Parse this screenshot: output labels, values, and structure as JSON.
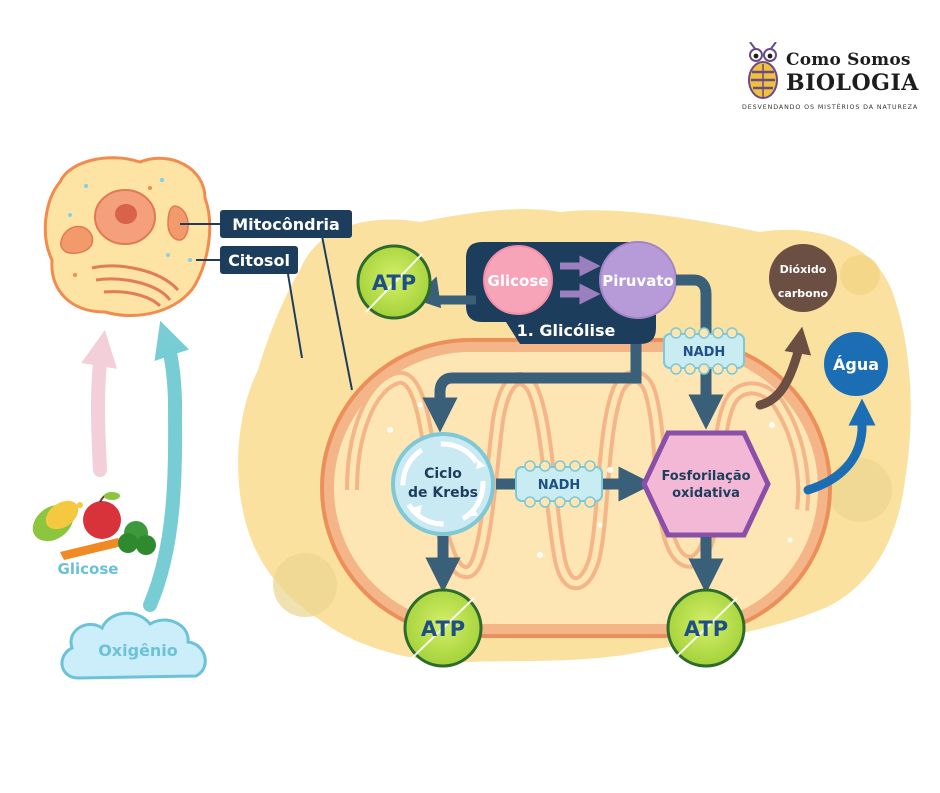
{
  "brand": {
    "line1": "Como Somos",
    "line2": "BIOLOGIA",
    "tagline": "DESVENDANDO OS MISTÉRIOS DA NATUREZA"
  },
  "labels": {
    "mitocondria": "Mitocôndria",
    "citosol": "Citosol",
    "glicose_food": "Glicose",
    "oxigenio": "Oxigênio",
    "glicose_node": "Glicose",
    "piruvato": "Piruvato",
    "glicolise": "1. Glicólise",
    "nadh_top": "NADH",
    "nadh_mid": "NADH",
    "krebs_line1": "Ciclo",
    "krebs_line2": "de Krebs",
    "fosfo_line1": "Fosforilação",
    "fosfo_line2": "oxidativa",
    "dioxido_line1": "Dióxido",
    "dioxido_line2": "carbono",
    "agua": "Água",
    "atp_glicolise": "ATP",
    "atp_krebs": "ATP",
    "atp_fosfo": "ATP"
  },
  "colors": {
    "label_box": "#1d3d5c",
    "cytosol": "#fbe3a0",
    "mito_outer": "#f0a070",
    "mito_inner": "#fde9b8",
    "glicose_node": "#f7a3b8",
    "piruvato_node": "#b79ad8",
    "krebs": "#c9e9f3",
    "fosfo": "#f3b8d6",
    "fosfo_border": "#8a4fa8",
    "atp_fill": "#b8dc4c",
    "atp_text": "#1e4f86",
    "agua": "#1c6eb4",
    "dioxido": "#6a4f42",
    "arrow": "#3a5f78",
    "oxigenio_cloud": "#cbeefa",
    "oxigenio_arrow": "#78cdd4",
    "glicose_arrow": "#f2cfd9",
    "glicose_text": "#69c0d8"
  }
}
